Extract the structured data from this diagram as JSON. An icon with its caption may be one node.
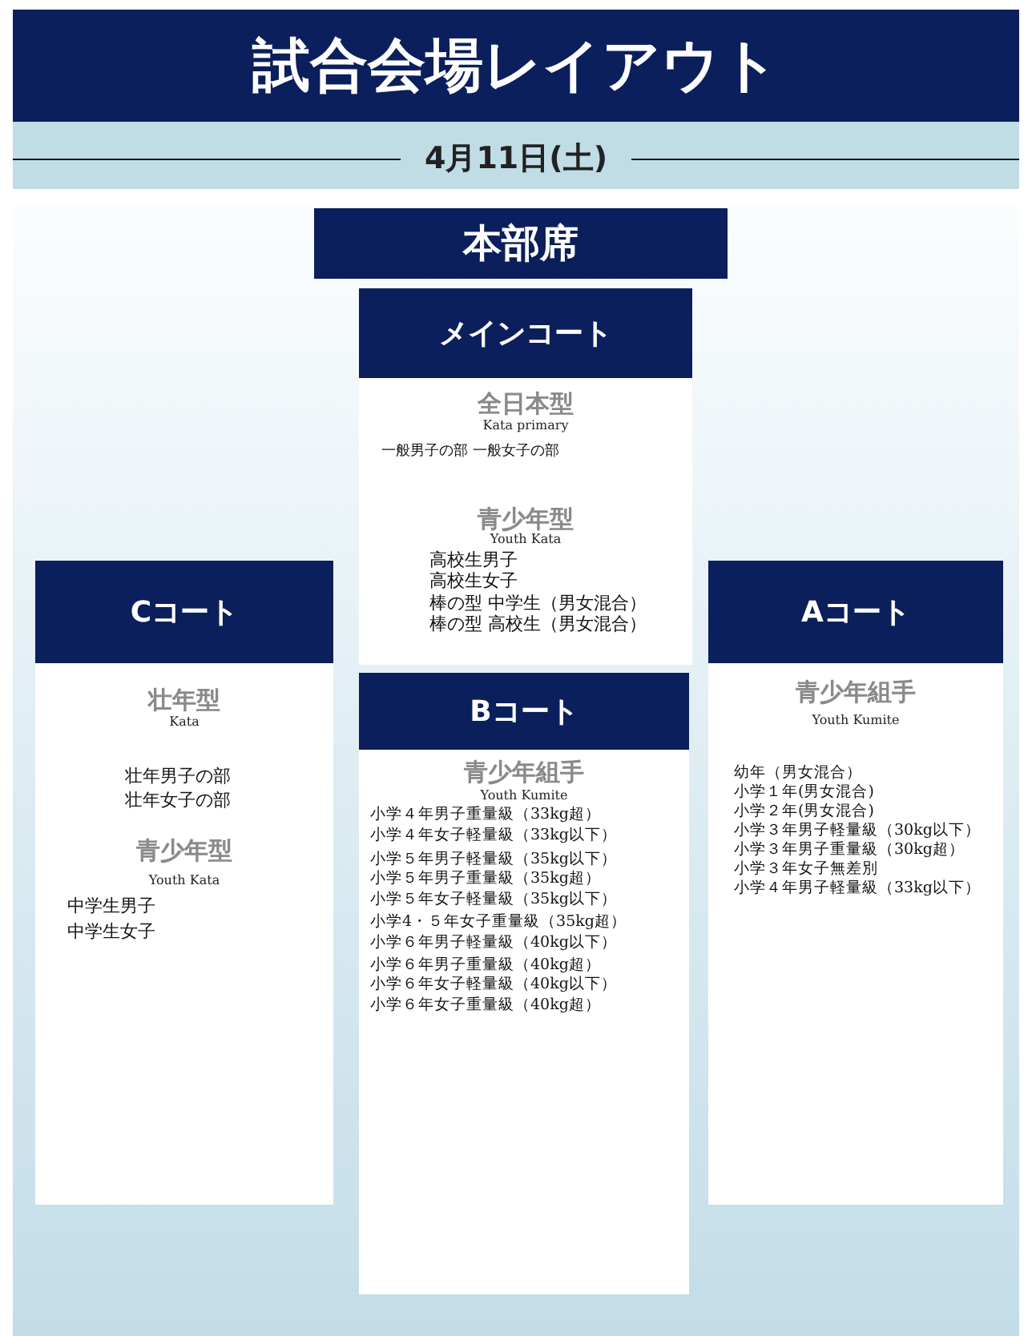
{
  "diagram": {
    "title": "試合会場レイアウト",
    "nodes": [
      {
        "text": [
          "本部席"
        ]
      },
      {
        "text": [
          "メインコート",
          "全日本型",
          "Kata primary",
          "一般男子の部 一般女子の部",
          "青少年型",
          "Youth Kata",
          "高校生男子",
          "高校生女子",
          "棒の型 中学生（男女混合）",
          "棒の型 高校生（男女混合）"
        ]
      },
      {
        "text": [
          "Cコート",
          "壮年型",
          "Kata",
          "壮年男子の部",
          "壮年女子の部",
          "青少年型",
          "Youth Kata",
          "中学生男子",
          "中学生女子"
        ]
      },
      {
        "text": [
          "Bコート",
          "青少年組手",
          "Youth Kumite",
          "小学４年男子重量級（33kg超）",
          "小学４年女子軽量級（33kg以下）",
          "小学５年男子軽量級（35kg以下）",
          "小学５年男子重量級（35kg超）",
          "小学５年女子軽量級（35kg以下）",
          "小学4・５年女子重量級（35kg超）",
          "小学６年男子軽量級（40kg以下）",
          "小学６年男子重量級（40kg超）",
          "小学６年女子軽量級（40kg以下）",
          "小学６年女子重量級（40kg超）"
        ]
      },
      {
        "text": [
          "Aコート",
          "青少年組手",
          "Youth Kumite",
          "幼年（男女混合）",
          "小学１年(男女混合)",
          "小学２年(男女混合)",
          "小学３年男子軽量級（30kg以下）",
          "小学３年男子重量級（30kg超）",
          "小学３年女子無差別",
          "小学４年男子軽量級（33kg以下）"
        ]
      }
    ],
    "edges": [],
    "labels": [
      "4月11日(土)"
    ]
  }
}
